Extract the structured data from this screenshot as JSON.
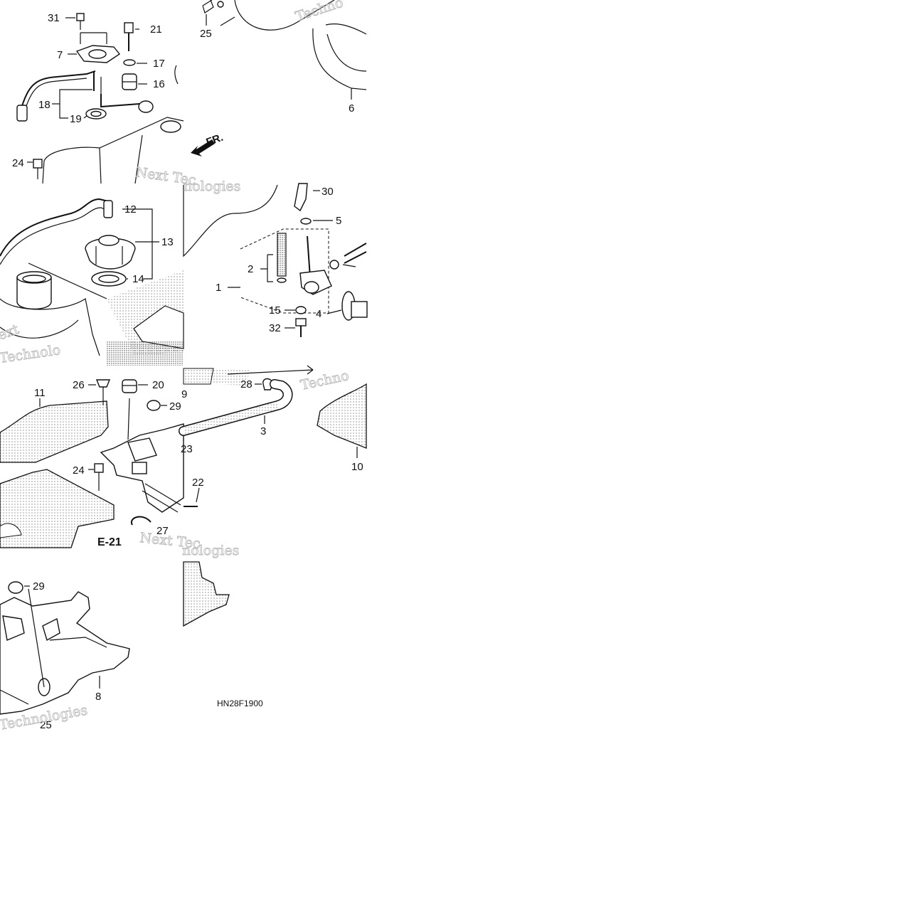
{
  "diagram": {
    "code": "HN28F1900",
    "section": "E-21",
    "direction": "FR.",
    "watermarks": [
      "Technologies",
      "Next Technologies",
      "Next Tec",
      "nologies",
      "Techno",
      "Technolo",
      "ext"
    ],
    "callouts": [
      "31",
      "21",
      "7",
      "17",
      "16",
      "18",
      "19",
      "24",
      "25",
      "6",
      "12",
      "13",
      "14",
      "30",
      "5",
      "2",
      "1",
      "15",
      "4",
      "32",
      "26",
      "20",
      "11",
      "29",
      "24",
      "23",
      "9",
      "28",
      "3",
      "10",
      "22",
      "27",
      "29",
      "8",
      "25"
    ]
  }
}
